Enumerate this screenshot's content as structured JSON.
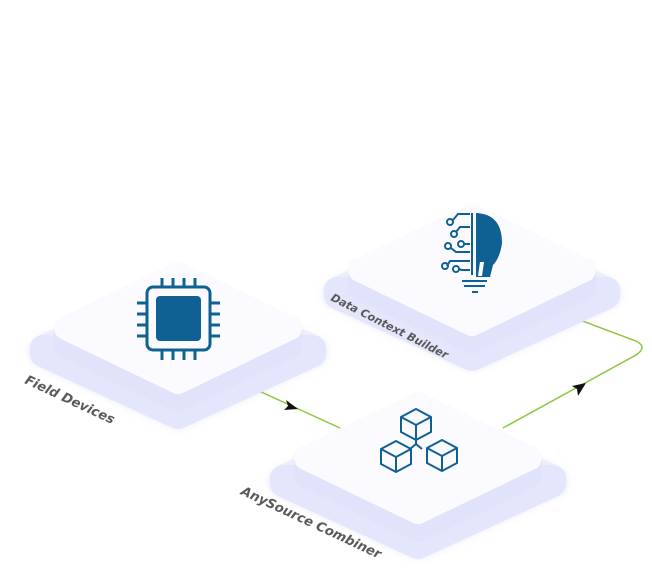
{
  "nodes": [
    {
      "label": "Field Devices",
      "icon": "cpu-chip-icon"
    },
    {
      "label": "Data Context Builder",
      "icon": "ai-lightbulb-icon"
    },
    {
      "label": "AnySource Combiner",
      "icon": "connected-cubes-icon"
    }
  ],
  "colors": {
    "icon": "#0f6193",
    "connector": "#8dc63f",
    "tile_top": "#fbfbff",
    "tile_side": "#e1e3fa",
    "tile_base": "#eceefc",
    "label": "#5a5a5a"
  }
}
